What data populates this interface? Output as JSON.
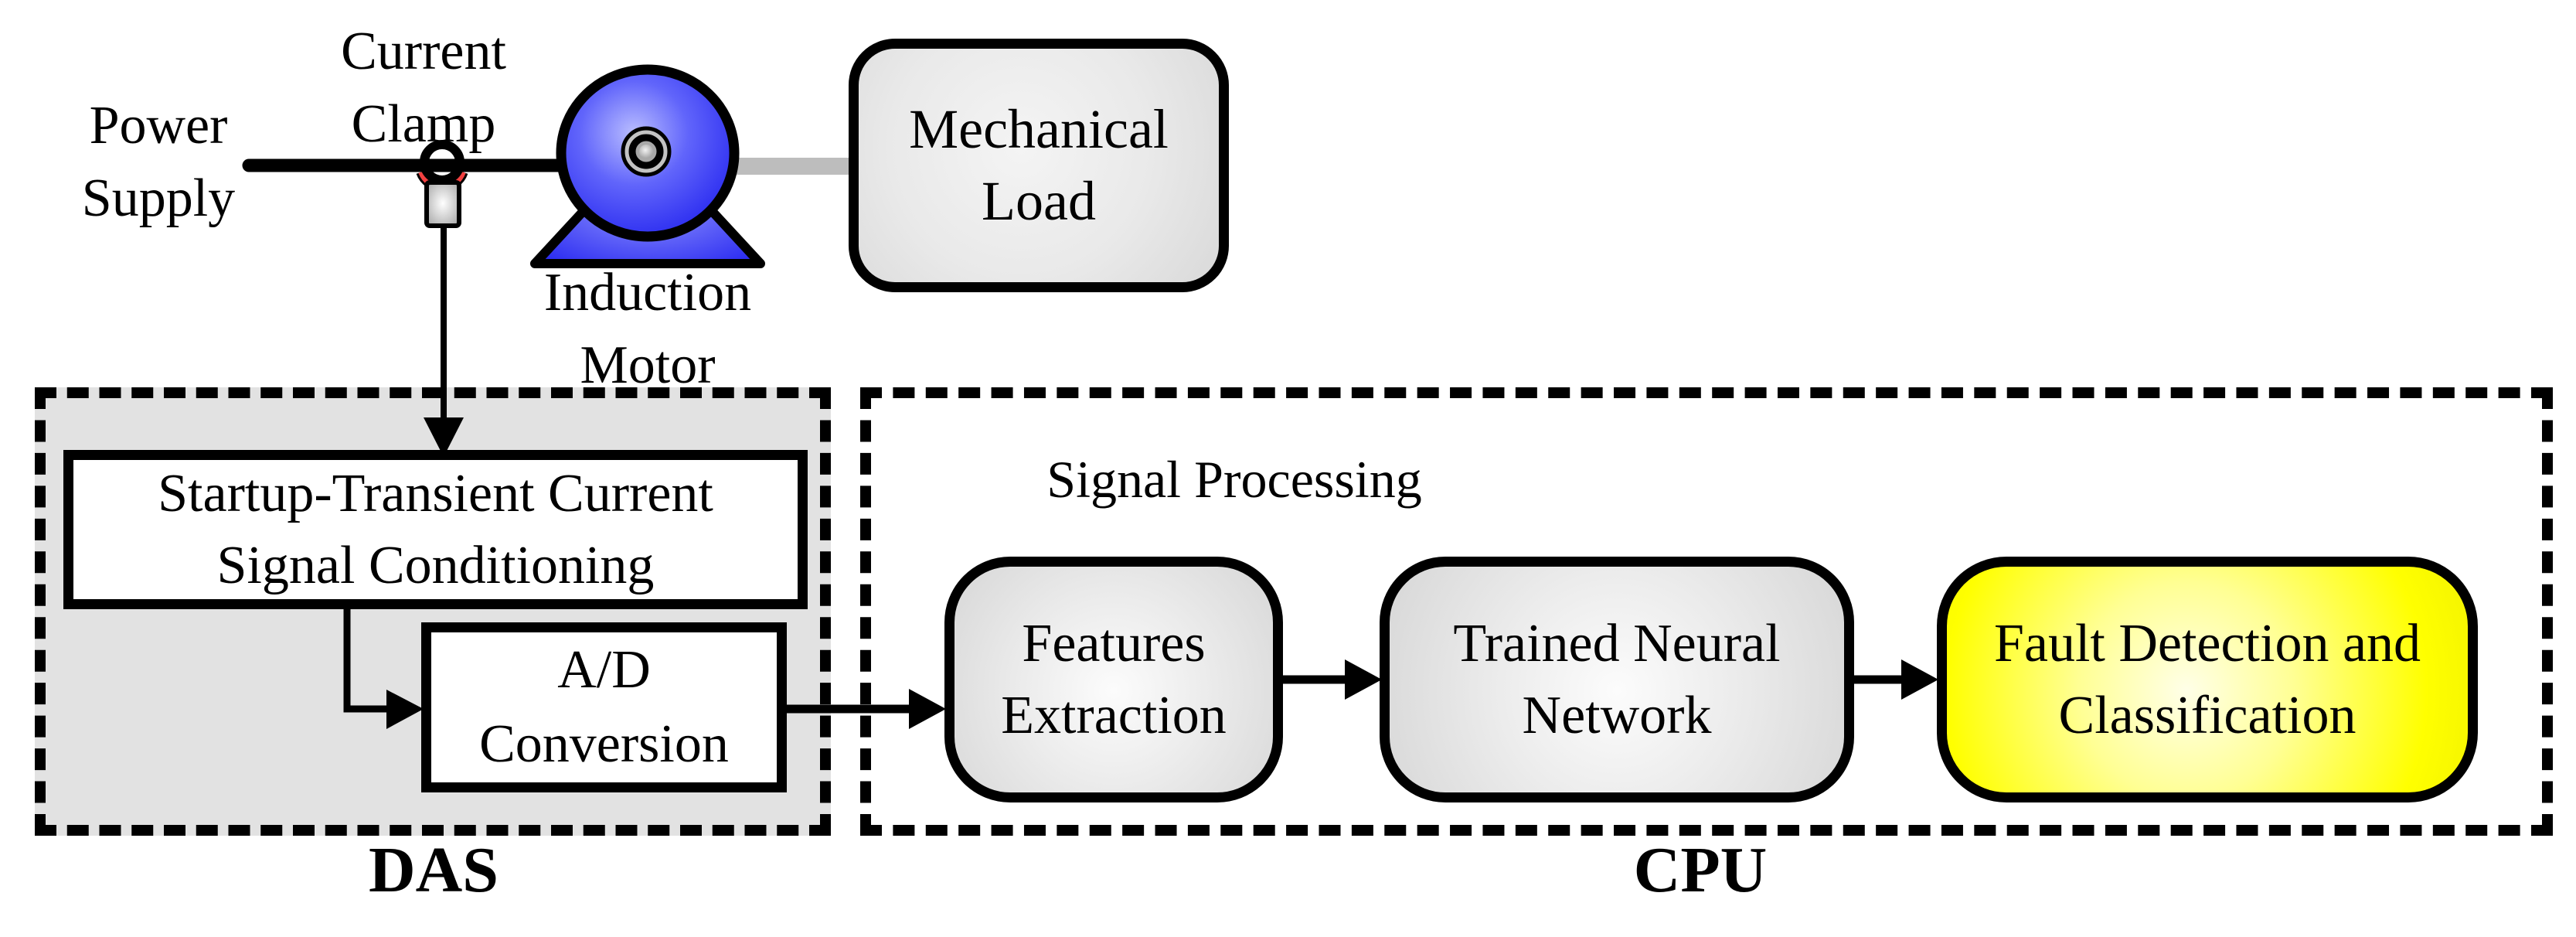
{
  "labels": {
    "power_supply": {
      "line1": "Power",
      "line2": "Supply"
    },
    "current_clamp": {
      "line1": "Current",
      "line2": "Clamp"
    },
    "induction_motor": {
      "line1": "Induction",
      "line2": "Motor"
    },
    "mechanical_load": {
      "line1": "Mechanical",
      "line2": "Load"
    },
    "signal_processing": "Signal Processing",
    "das": "DAS",
    "cpu": "CPU"
  },
  "das_boxes": {
    "signal_conditioning": {
      "line1": "Startup-Transient Current",
      "line2": "Signal Conditioning"
    },
    "ad_conversion": {
      "line1": "A/D",
      "line2": "Conversion"
    }
  },
  "cpu_boxes": {
    "features_extraction": {
      "line1": "Features",
      "line2": "Extraction"
    },
    "trained_neural_network": {
      "line1": "Trained Neural",
      "line2": "Network"
    },
    "fault_detection": {
      "line1": "Fault Detection and",
      "line2": "Classification"
    }
  },
  "colors": {
    "motor_blue": "#1c1cee",
    "clamp_red": "#f24040",
    "highlight_yellow": "#ffff00",
    "das_background": "#e2e2e2",
    "shaft_gray": "#bdbdbd",
    "line_black": "#000000",
    "box_gray": "#e9e9e9"
  }
}
